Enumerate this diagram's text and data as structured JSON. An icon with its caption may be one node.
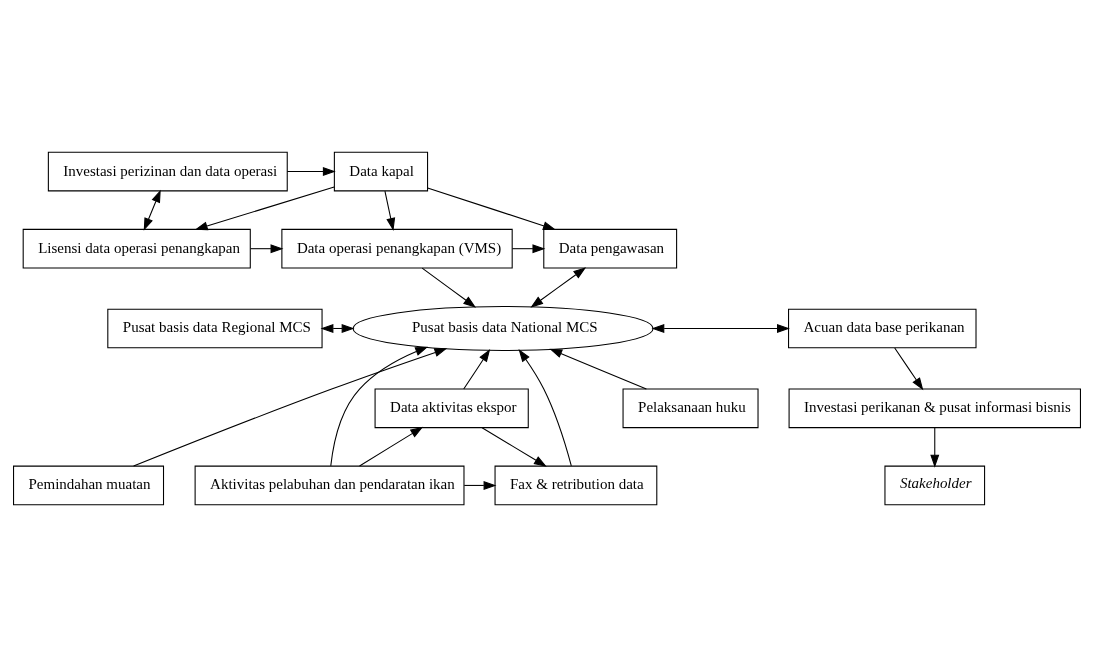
{
  "diagram": {
    "nodes": [
      {
        "text": [
          "Data pengawasan"
        ]
      },
      {
        "text": [
          "Data kapal"
        ]
      },
      {
        "text": [
          "Investasi perizinan dan data operasi"
        ]
      },
      {
        "text": [
          "Data operasi penangkapan (VMS)"
        ]
      },
      {
        "text": [
          "Lisensi data operasi penangkapan"
        ]
      },
      {
        "text": [
          "Pusat basis data Regional MCS"
        ]
      },
      {
        "text": [
          "Pusat basis data National MCS"
        ]
      },
      {
        "text": [
          "Acuan data base perikanan"
        ]
      },
      {
        "text": [
          "Pelaksanaan huku"
        ]
      },
      {
        "text": [
          "Pemindahan muatan"
        ]
      },
      {
        "text": [
          "Data aktivitas ekspor"
        ]
      },
      {
        "text": [
          "Investasi perikanan & pusat informasi bisnis"
        ]
      },
      {
        "text": [
          "Aktivitas pelabuhan dan pendaratan ikan"
        ]
      },
      {
        "text": [
          "Fax & retribution data"
        ]
      },
      {
        "text": [
          "Stakeholder"
        ]
      }
    ],
    "edges": [
      {
        "from": 1,
        "to": 0,
        "arrow": "to"
      },
      {
        "from": 3,
        "to": 0,
        "arrow": "to"
      },
      {
        "from": 6,
        "to": 0,
        "arrow": "both"
      },
      {
        "from": 2,
        "to": 1,
        "arrow": "to"
      },
      {
        "from": 1,
        "to": 4,
        "arrow": "to"
      },
      {
        "from": 1,
        "to": 3,
        "arrow": "to"
      },
      {
        "from": 2,
        "to": 4,
        "arrow": "both"
      },
      {
        "from": 4,
        "to": 3,
        "arrow": "to"
      },
      {
        "from": 3,
        "to": 6,
        "arrow": "to"
      },
      {
        "from": 5,
        "to": 6,
        "arrow": "both"
      },
      {
        "from": 8,
        "to": 6,
        "arrow": "to"
      },
      {
        "from": 9,
        "to": 6,
        "arrow": "to"
      },
      {
        "from": 12,
        "to": 6,
        "arrow": "to"
      },
      {
        "from": 12,
        "to": 10,
        "arrow": "to"
      },
      {
        "from": 12,
        "to": 13,
        "arrow": "to"
      },
      {
        "from": 6,
        "to": 7,
        "arrow": "both"
      },
      {
        "from": 10,
        "to": 6,
        "arrow": "to"
      },
      {
        "from": 10,
        "to": 13,
        "arrow": "to"
      },
      {
        "from": 13,
        "to": 6,
        "arrow": "to"
      },
      {
        "from": 7,
        "to": 11,
        "arrow": "to"
      },
      {
        "from": 11,
        "to": 14,
        "arrow": "to"
      }
    ]
  }
}
